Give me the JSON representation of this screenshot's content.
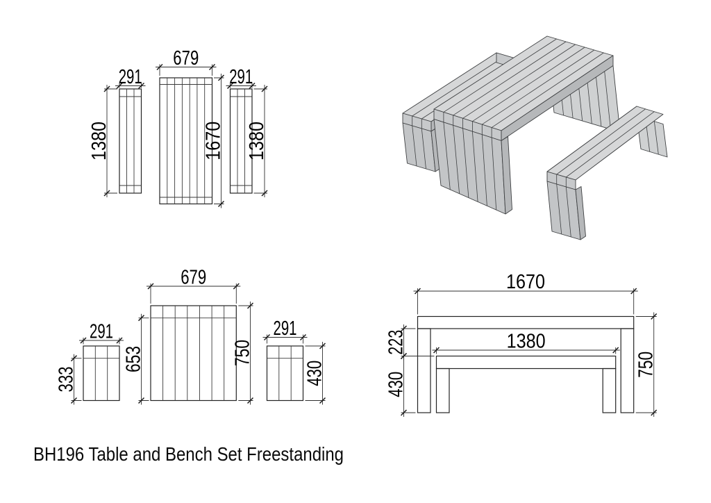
{
  "title": "BH196 Table and Bench Set Freestanding",
  "dimensions": {
    "plan": {
      "bench_left_width": "291",
      "table_width": "679",
      "bench_right_width": "291",
      "bench_left_length": "1380",
      "table_length": "1670",
      "bench_right_length": "1380"
    },
    "front": {
      "bench_left_width": "291",
      "table_width": "679",
      "bench_right_width": "291",
      "bench_left_underseat": "333",
      "table_underside": "653",
      "table_height": "750",
      "bench_right_height": "430"
    },
    "side": {
      "table_length": "1670",
      "bench_length": "1380",
      "seat_to_top_gap": "223",
      "bench_height": "430",
      "table_height": "750"
    }
  }
}
